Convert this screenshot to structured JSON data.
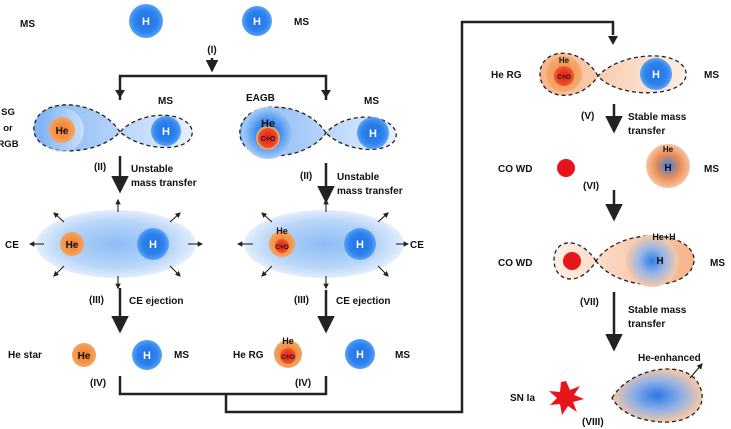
{
  "labels": {
    "ms": "MS",
    "h": "H",
    "he": "He",
    "co": "C+O",
    "sg_or_rgb": [
      "SG",
      "or",
      "RGB"
    ],
    "eagb": "EAGB",
    "ce": "CE",
    "he_star": "He star",
    "he_rg": "He RG",
    "co_wd": "CO WD",
    "sn_ia": "SN Ia",
    "he_plus_h": "He+H",
    "he_enhanced": "He-enhanced",
    "unstable_mass_transfer": [
      "Unstable",
      "mass transfer"
    ],
    "stable_mass_transfer": [
      "Stable mass",
      "transfer"
    ],
    "ce_ejection": "CE ejection"
  },
  "steps": {
    "i": "(I)",
    "ii": "(II)",
    "iii": "(III)",
    "iv": "(IV)",
    "v": "(V)",
    "vi": "(VI)",
    "vii": "(VII)",
    "viii": "(VIII)"
  },
  "colors": {
    "blue": "#2a7de8",
    "orange": "#f08a3c",
    "red": "#e8141c",
    "arrow": "#222222"
  }
}
